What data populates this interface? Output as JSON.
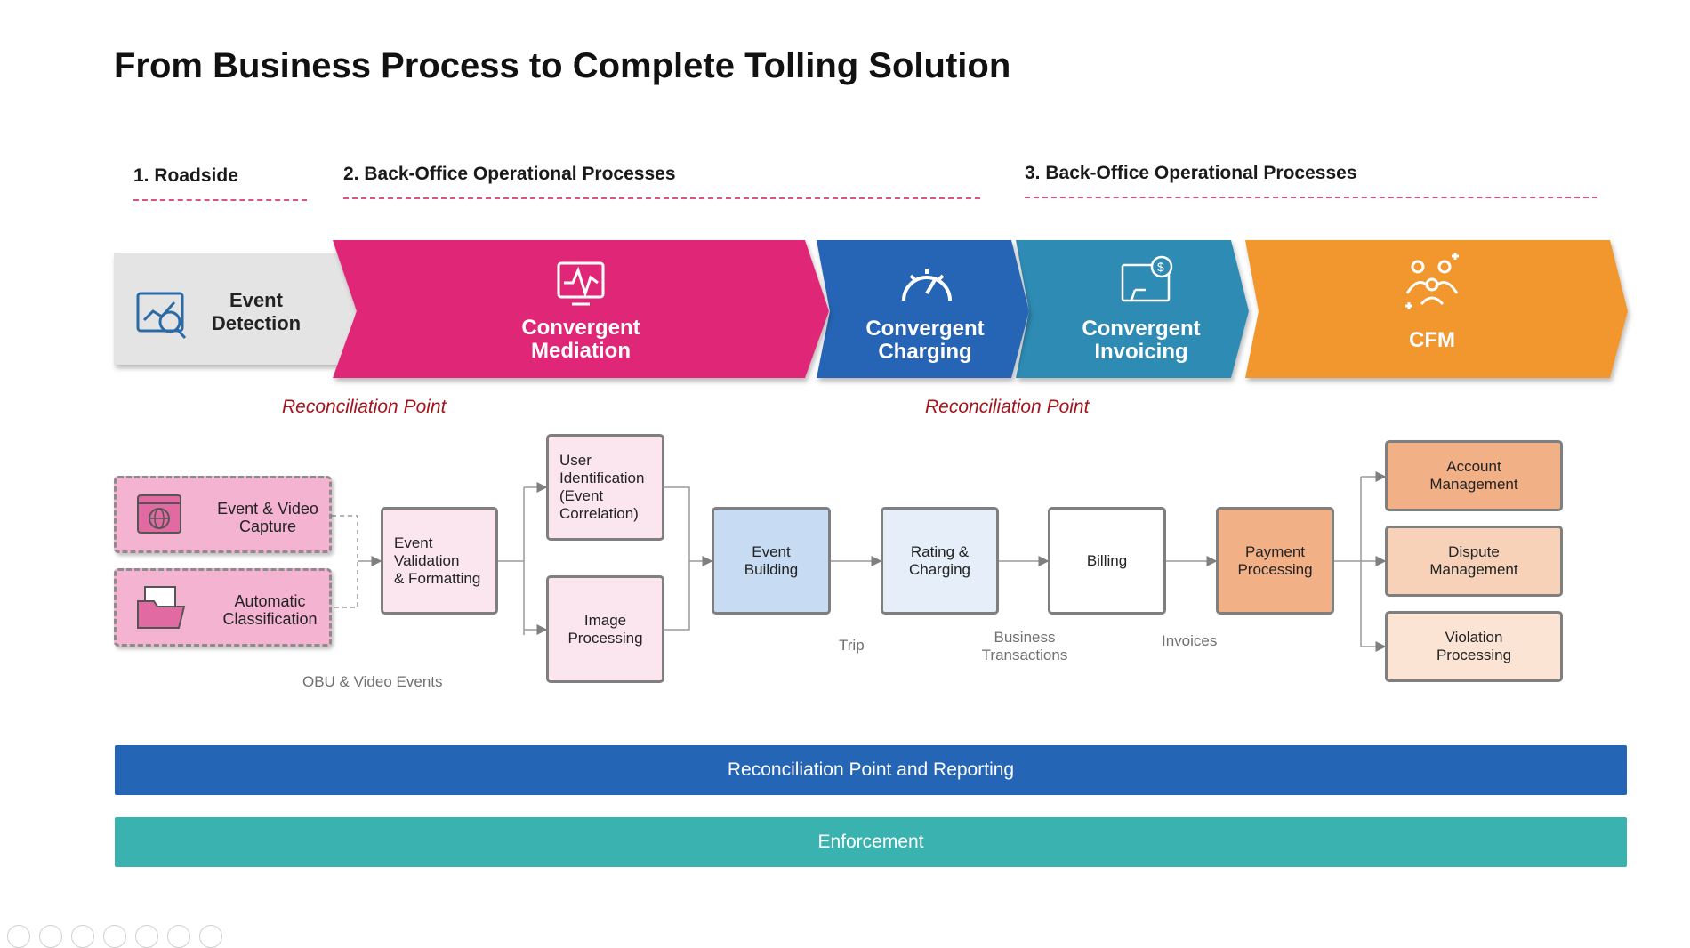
{
  "title": "From Business Process to Complete Tolling Solution",
  "phases": [
    {
      "label": "1. Roadside"
    },
    {
      "label": "2. Back-Office Operational Processes"
    },
    {
      "label": "3. Back-Office Operational Processes"
    }
  ],
  "banner": {
    "event_detection": {
      "line1": "Event",
      "line2": "Detection",
      "icon": "magnifier-chart-icon"
    },
    "mediation": {
      "line1": "Convergent",
      "line2": "Mediation",
      "icon": "monitor-pulse-icon",
      "color": "#e02877"
    },
    "charging": {
      "line1": "Convergent",
      "line2": "Charging",
      "icon": "speedometer-icon",
      "color": "#2565b5"
    },
    "invoicing": {
      "line1": "Convergent",
      "line2": "Invoicing",
      "icon": "invoice-dollar-icon",
      "color": "#2f8bb4"
    },
    "cfm": {
      "label": "CFM",
      "icon": "people-group-icon",
      "color": "#f2962e"
    }
  },
  "reconciliation": [
    "Reconciliation Point",
    "Reconciliation Point"
  ],
  "nodes": {
    "event_video_capture": {
      "line1": "Event & Video",
      "line2": "Capture",
      "icon": "globe-window-icon"
    },
    "automatic_classification": {
      "line1": "Automatic",
      "line2": "Classification",
      "icon": "folder-documents-icon"
    },
    "event_validation": {
      "line1": "Event",
      "line2": "Validation",
      "line3": "& Formatting"
    },
    "user_identification": {
      "line1": "User",
      "line2": "Identification",
      "line3": "(Event",
      "line4": "Correlation)"
    },
    "image_processing": {
      "line1": "Image",
      "line2": "Processing"
    },
    "event_building": {
      "line1": "Event",
      "line2": "Building"
    },
    "rating_charging": {
      "line1": "Rating &",
      "line2": "Charging"
    },
    "billing": {
      "label": "Billing"
    },
    "payment_processing": {
      "line1": "Payment",
      "line2": "Processing"
    },
    "account_management": {
      "line1": "Account",
      "line2": "Management"
    },
    "dispute_management": {
      "line1": "Dispute",
      "line2": "Management"
    },
    "violation_processing": {
      "line1": "Violation",
      "line2": "Processing"
    }
  },
  "flow_labels": {
    "obu": "OBU & Video Events",
    "trip": "Trip",
    "business_line1": "Business",
    "business_line2": "Transactions",
    "invoices": "Invoices"
  },
  "bars": {
    "reporting": {
      "label": "Reconciliation Point and Reporting",
      "color": "#2565b5"
    },
    "enforcement": {
      "label": "Enforcement",
      "color": "#3ab3b0"
    }
  }
}
